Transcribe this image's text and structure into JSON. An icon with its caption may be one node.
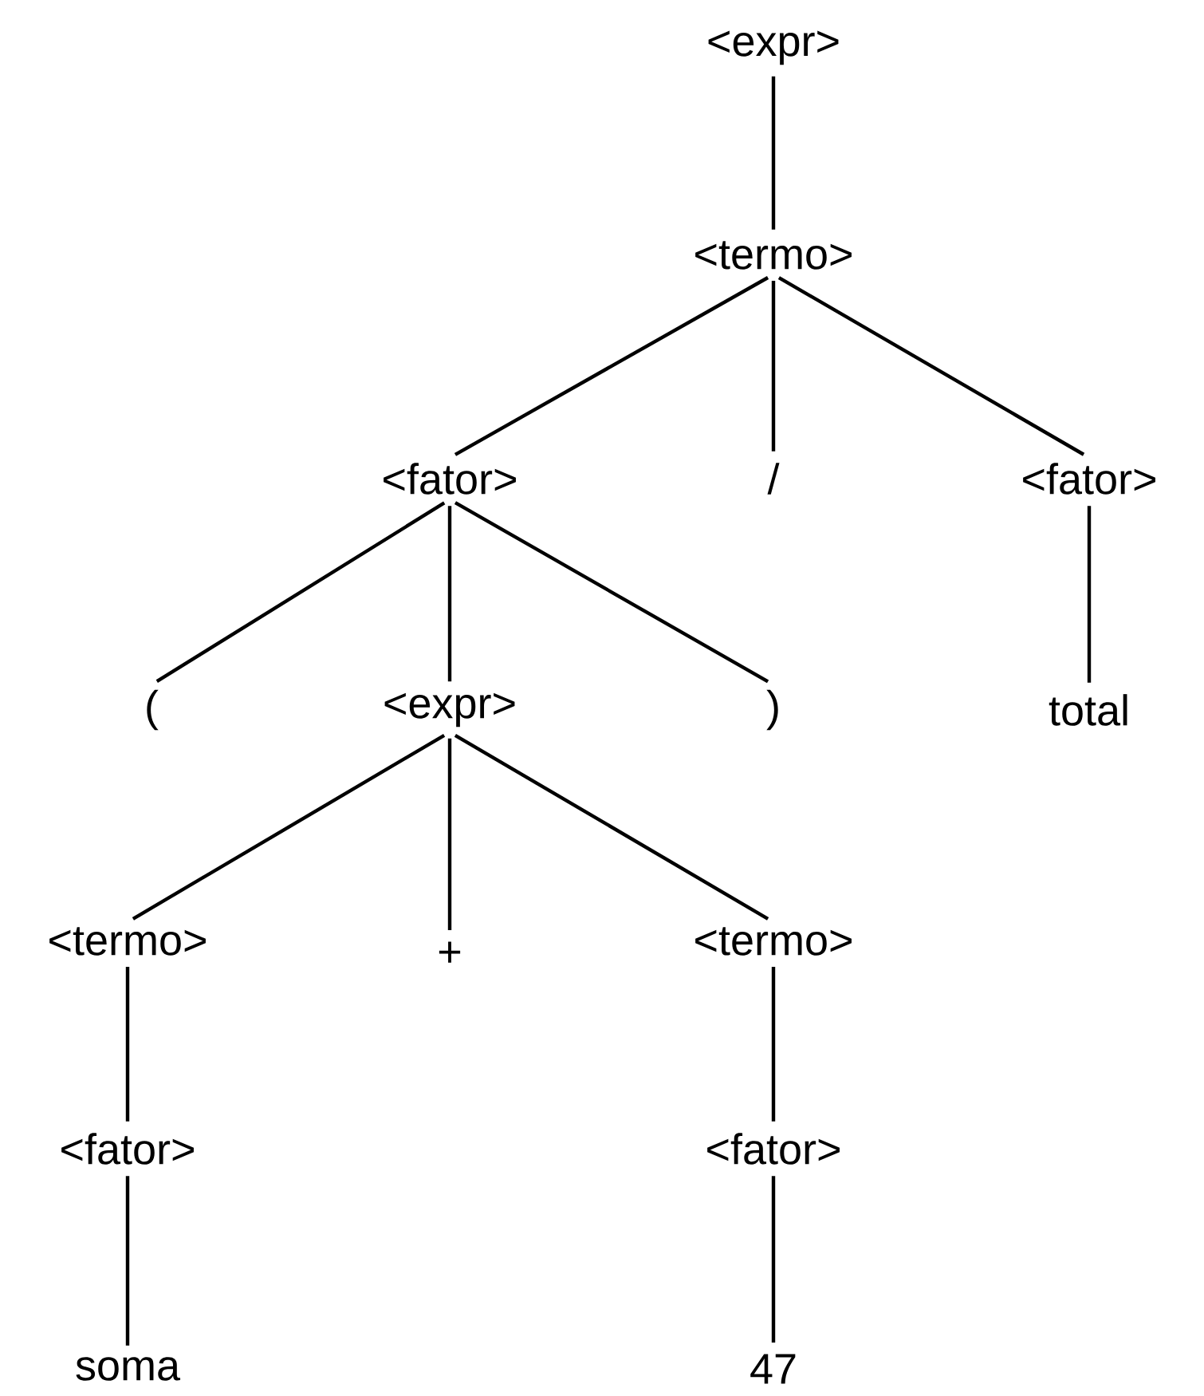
{
  "diagram": {
    "nodes": [
      {
        "text": [
          "<expr>"
        ]
      },
      {
        "text": [
          "<termo>"
        ]
      },
      {
        "text": [
          "<fator>"
        ]
      },
      {
        "text": [
          "/"
        ]
      },
      {
        "text": [
          "<fator>"
        ]
      },
      {
        "text": [
          "("
        ]
      },
      {
        "text": [
          "<expr>"
        ]
      },
      {
        "text": [
          ")"
        ]
      },
      {
        "text": [
          "total"
        ]
      },
      {
        "text": [
          "<termo>"
        ]
      },
      {
        "text": [
          "+"
        ]
      },
      {
        "text": [
          "<termo>"
        ]
      },
      {
        "text": [
          "<fator>"
        ]
      },
      {
        "text": [
          "<fator>"
        ]
      },
      {
        "text": [
          "soma"
        ]
      },
      {
        "text": [
          "47"
        ]
      }
    ],
    "edges": [
      {
        "from": 0,
        "to": 1,
        "arrow": "none"
      },
      {
        "from": 1,
        "to": 2,
        "arrow": "none"
      },
      {
        "from": 1,
        "to": 3,
        "arrow": "none"
      },
      {
        "from": 1,
        "to": 4,
        "arrow": "none"
      },
      {
        "from": 2,
        "to": 5,
        "arrow": "none"
      },
      {
        "from": 2,
        "to": 6,
        "arrow": "none"
      },
      {
        "from": 2,
        "to": 7,
        "arrow": "none"
      },
      {
        "from": 4,
        "to": 8,
        "arrow": "none"
      },
      {
        "from": 6,
        "to": 9,
        "arrow": "none"
      },
      {
        "from": 6,
        "to": 10,
        "arrow": "none"
      },
      {
        "from": 6,
        "to": 11,
        "arrow": "none"
      },
      {
        "from": 9,
        "to": 12,
        "arrow": "none"
      },
      {
        "from": 11,
        "to": 13,
        "arrow": "none"
      },
      {
        "from": 12,
        "to": 14,
        "arrow": "none"
      },
      {
        "from": 13,
        "to": 15,
        "arrow": "none"
      }
    ]
  }
}
